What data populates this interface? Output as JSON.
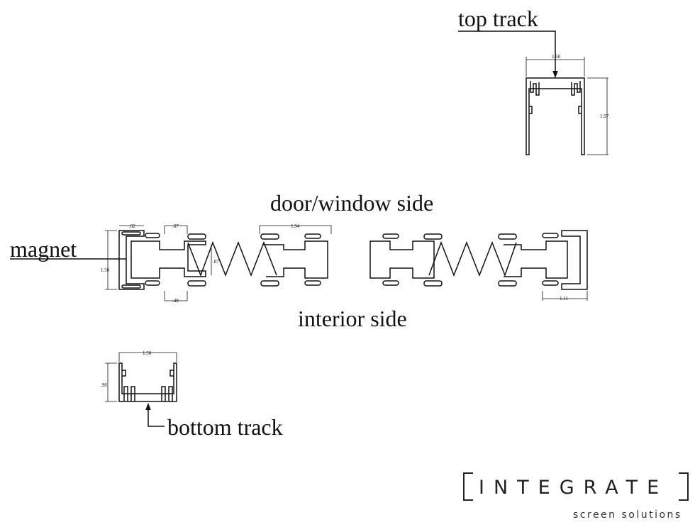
{
  "labels": {
    "top_track": "top track",
    "door_window_side": "door/window side",
    "magnet": "magnet",
    "interior_side": "interior side",
    "bottom_track": "bottom track"
  },
  "dimensions": {
    "top_track_width": "1.50",
    "top_track_height": "1.97",
    "magnet_width": ".62",
    "channel_width_top": ".67",
    "profile_height": "1.50",
    "pleat_height": ".87",
    "channel_width_bottom": ".49",
    "profile_width": "1.94",
    "end_width": "1.11",
    "bottom_track_width": "1.50",
    "bottom_track_height": ".98"
  },
  "logo": {
    "name": "INTEGRATE",
    "tagline": "screen solutions"
  }
}
